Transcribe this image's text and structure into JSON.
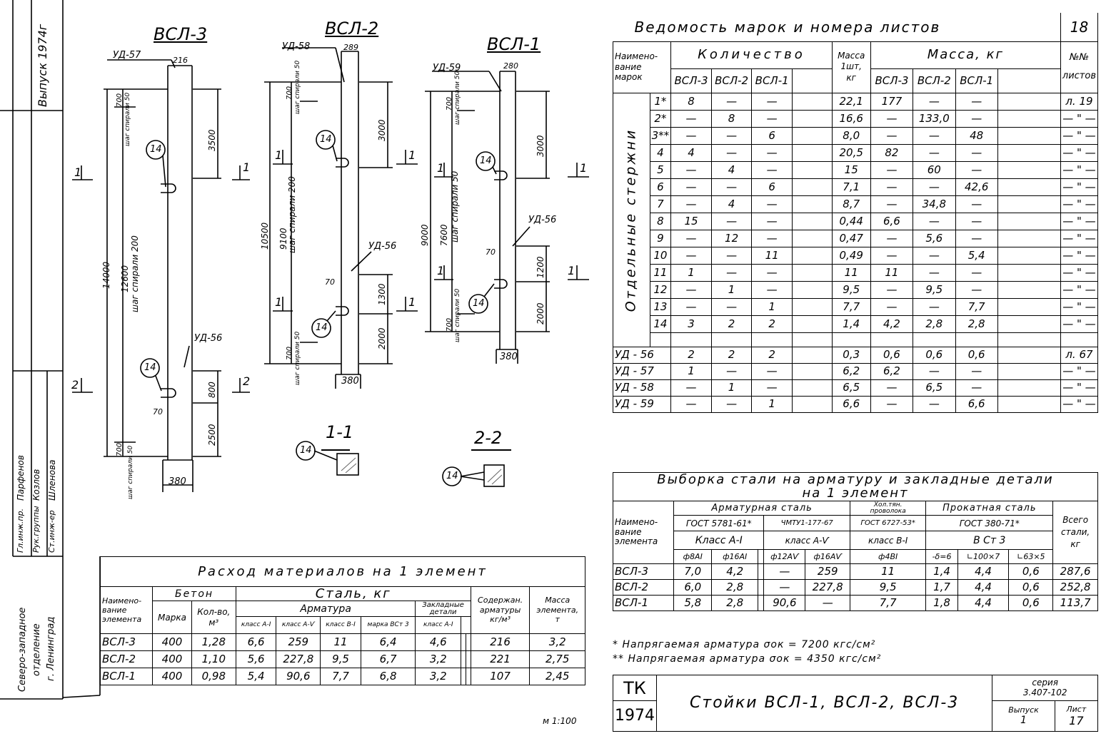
{
  "side_block": {
    "vypusk": "Выпуск 1974г",
    "roles": [
      "Гл.инж.пр.",
      "Рук.группы",
      "Ст.инж-ер"
    ],
    "names": [
      "Парфенов",
      "Козлов",
      "Шленова"
    ],
    "org": [
      "Северо-западное",
      "отделение",
      "г. Ленинград"
    ]
  },
  "drawing": {
    "vsl3": {
      "title": "ВСЛ-3",
      "top_dim": "216",
      "bottom_dim": "380",
      "total": "14000",
      "spiral": "12600",
      "step200": "шаг спирали 200",
      "d3500": "3500",
      "d800": "800",
      "d2500": "2500",
      "d700a": "700",
      "d700b": "700",
      "step50a": "шаг спирали 50",
      "step50b": "шаг спирали 50",
      "ud_top": "УД-57",
      "ud_bot": "УД-56",
      "d70": "70",
      "mark": "14"
    },
    "vsl2": {
      "title": "ВСЛ-2",
      "top_dim": "289",
      "bottom_dim": "380",
      "total": "10500",
      "spiral": "9100",
      "step200": "шаг спирали 200",
      "d3000": "3000",
      "d1300": "1300",
      "d2000": "2000",
      "d700a": "700",
      "d700b": "700",
      "step50a": "шаг спирали 50",
      "step50b": "шаг спирали 50",
      "ud_top": "УД-58",
      "ud_bot": "УД-56",
      "d70": "70",
      "mark": "14"
    },
    "vsl1": {
      "title": "ВСЛ-1",
      "top_dim": "280",
      "bottom_dim": "380",
      "total": "9000",
      "spiral": "7600",
      "step50": "шаг спирали 50",
      "d3000": "3000",
      "d1200": "1200",
      "d2000": "2000",
      "d700a": "700",
      "d700b": "700",
      "step50a": "шаг спирали 50",
      "step50b": "шаг спирали 50",
      "ud_top": "УД-59",
      "ud_bot": "УД-56",
      "d70": "70",
      "mark": "14"
    },
    "section_marks": {
      "s1": "1",
      "s2": "2"
    },
    "sec11": {
      "title": "1-1",
      "mark": "14"
    },
    "sec22": {
      "title": "2-2",
      "mark": "14"
    },
    "scale": "м 1:100"
  },
  "vedomost": {
    "title": "Ведомость марок и номера листов",
    "sheet_no": "18",
    "h_name": [
      "Наимено-",
      "вание",
      "марок"
    ],
    "h_qty": "Количество",
    "h_mass1": [
      "Масса",
      "1шт,",
      "кг"
    ],
    "h_mass": "Масса, кг",
    "h_sheets": [
      "№№",
      "листов"
    ],
    "cols": [
      "ВСЛ-3",
      "ВСЛ-2",
      "ВСЛ-1"
    ],
    "group_label": "Отдельные стержни",
    "rows": [
      {
        "n": "1*",
        "q3": "8",
        "q2": "—",
        "q1": "—",
        "m": "22,1",
        "m3": "177",
        "m2": "—",
        "m1": "—",
        "s": "л. 19"
      },
      {
        "n": "2*",
        "q3": "—",
        "q2": "8",
        "q1": "—",
        "m": "16,6",
        "m3": "—",
        "m2": "133,0",
        "m1": "—",
        "s": "— \" —"
      },
      {
        "n": "3**",
        "q3": "—",
        "q2": "—",
        "q1": "6",
        "m": "8,0",
        "m3": "—",
        "m2": "—",
        "m1": "48",
        "s": "— \" —"
      },
      {
        "n": "4",
        "q3": "4",
        "q2": "—",
        "q1": "—",
        "m": "20,5",
        "m3": "82",
        "m2": "—",
        "m1": "—",
        "s": "— \" —"
      },
      {
        "n": "5",
        "q3": "—",
        "q2": "4",
        "q1": "—",
        "m": "15",
        "m3": "—",
        "m2": "60",
        "m1": "—",
        "s": "— \" —"
      },
      {
        "n": "6",
        "q3": "—",
        "q2": "—",
        "q1": "6",
        "m": "7,1",
        "m3": "—",
        "m2": "—",
        "m1": "42,6",
        "s": "— \" —"
      },
      {
        "n": "7",
        "q3": "—",
        "q2": "4",
        "q1": "—",
        "m": "8,7",
        "m3": "—",
        "m2": "34,8",
        "m1": "—",
        "s": "— \" —"
      },
      {
        "n": "8",
        "q3": "15",
        "q2": "—",
        "q1": "—",
        "m": "0,44",
        "m3": "6,6",
        "m2": "—",
        "m1": "—",
        "s": "— \" —"
      },
      {
        "n": "9",
        "q3": "—",
        "q2": "12",
        "q1": "—",
        "m": "0,47",
        "m3": "—",
        "m2": "5,6",
        "m1": "—",
        "s": "— \" —"
      },
      {
        "n": "10",
        "q3": "—",
        "q2": "—",
        "q1": "11",
        "m": "0,49",
        "m3": "—",
        "m2": "—",
        "m1": "5,4",
        "s": "— \" —"
      },
      {
        "n": "11",
        "q3": "1",
        "q2": "—",
        "q1": "—",
        "m": "11",
        "m3": "11",
        "m2": "—",
        "m1": "—",
        "s": "— \" —"
      },
      {
        "n": "12",
        "q3": "—",
        "q2": "1",
        "q1": "—",
        "m": "9,5",
        "m3": "—",
        "m2": "9,5",
        "m1": "—",
        "s": "— \" —"
      },
      {
        "n": "13",
        "q3": "—",
        "q2": "—",
        "q1": "1",
        "m": "7,7",
        "m3": "—",
        "m2": "—",
        "m1": "7,7",
        "s": "— \" —"
      },
      {
        "n": "14",
        "q3": "3",
        "q2": "2",
        "q1": "2",
        "m": "1,4",
        "m3": "4,2",
        "m2": "2,8",
        "m1": "2,8",
        "s": "— \" —"
      }
    ],
    "ud_rows": [
      {
        "n": "УД - 56",
        "q3": "2",
        "q2": "2",
        "q1": "2",
        "m": "0,3",
        "m3": "0,6",
        "m2": "0,6",
        "m1": "0,6",
        "s": "л. 67"
      },
      {
        "n": "УД - 57",
        "q3": "1",
        "q2": "—",
        "q1": "—",
        "m": "6,2",
        "m3": "6,2",
        "m2": "—",
        "m1": "—",
        "s": "— \" —"
      },
      {
        "n": "УД - 58",
        "q3": "—",
        "q2": "1",
        "q1": "—",
        "m": "6,5",
        "m3": "—",
        "m2": "6,5",
        "m1": "—",
        "s": "— \" —"
      },
      {
        "n": "УД - 59",
        "q3": "—",
        "q2": "—",
        "q1": "1",
        "m": "6,6",
        "m3": "—",
        "m2": "—",
        "m1": "6,6",
        "s": "— \" —"
      }
    ]
  },
  "vyborka": {
    "title1": "Выборка стали на арматуру и закладные детали",
    "title2": "на 1 элемент",
    "h_name": [
      "Наимено-",
      "вание",
      "элемента"
    ],
    "h_arm": "Арматурная сталь",
    "h_wire": [
      "Хол.тян.",
      "проволока"
    ],
    "h_rolled": "Прокатная сталь",
    "h_total": [
      "Всего",
      "стали,",
      "кг"
    ],
    "gost1": "ГОСТ 5781-61*",
    "gost2": "ЧМТУ1-177-67",
    "gost3": "ГОСТ 6727-53*",
    "gost4": "ГОСТ 380-71*",
    "cls1": "Класс А-I",
    "cls2": "класс А-Ѵ",
    "cls3": "класс В-I",
    "cls4": "В Ст 3",
    "sub": [
      "ф8АI",
      "ф16АI",
      "",
      "ф12АѴ",
      "ф16АѴ",
      "ф4ВI",
      "-δ=6",
      "∟100×7",
      "∟63×5"
    ],
    "rows": [
      {
        "n": "ВСЛ-3",
        "v": [
          "7,0",
          "4,2",
          "",
          "—",
          "259",
          "11",
          "1,4",
          "4,4",
          "0,6"
        ],
        "t": "287,6"
      },
      {
        "n": "ВСЛ-2",
        "v": [
          "6,0",
          "2,8",
          "",
          "—",
          "227,8",
          "9,5",
          "1,7",
          "4,4",
          "0,6"
        ],
        "t": "252,8"
      },
      {
        "n": "ВСЛ-1",
        "v": [
          "5,8",
          "2,8",
          "",
          "90,6",
          "—",
          "7,7",
          "1,8",
          "4,4",
          "0,6"
        ],
        "t": "113,7"
      }
    ],
    "note1": "* Напрягаемая арматура  σок = 7200 кгс/см²",
    "note2": "** Напрягаемая арматура  σок = 4350 кгс/см²"
  },
  "rashod": {
    "title": "Расход материалов на 1 элемент",
    "h_name": [
      "Наимено-",
      "вание",
      "элемента"
    ],
    "h_beton": "Бетон",
    "h_marka": "Марка",
    "h_kol": [
      "Кол-во,",
      "м³"
    ],
    "h_stal": "Сталь, кг",
    "h_arm": "Арматура",
    "h_zakl": [
      "Закладные",
      "детали"
    ],
    "sub": [
      "класс А-I",
      "класс А-Ѵ",
      "класс В-I",
      "марка ВСт 3",
      "класс А-I"
    ],
    "h_sod": [
      "Содержан.",
      "арматуры",
      "кг/м³"
    ],
    "h_massa": [
      "Масса",
      "элемента,",
      "т"
    ],
    "rows": [
      {
        "n": "ВСЛ-3",
        "marka": "400",
        "kol": "1,28",
        "v": [
          "6,6",
          "259",
          "11",
          "6,4",
          "4,6"
        ],
        "sod": "216",
        "m": "3,2"
      },
      {
        "n": "ВСЛ-2",
        "marka": "400",
        "kol": "1,10",
        "v": [
          "5,6",
          "227,8",
          "9,5",
          "6,7",
          "3,2"
        ],
        "sod": "221",
        "m": "2,75"
      },
      {
        "n": "ВСЛ-1",
        "marka": "400",
        "kol": "0,98",
        "v": [
          "5,4",
          "90,6",
          "7,7",
          "6,8",
          "3,2"
        ],
        "sod": "107",
        "m": "2,45"
      }
    ]
  },
  "stamp": {
    "tk": "ТК",
    "year": "1974",
    "title": "Стойки ВСЛ-1, ВСЛ-2, ВСЛ-3",
    "seria_label": "серия",
    "seria": "3.407-102",
    "vyp_label": "Выпуск",
    "vyp": "1",
    "list_label": "Лист",
    "list": "17"
  }
}
